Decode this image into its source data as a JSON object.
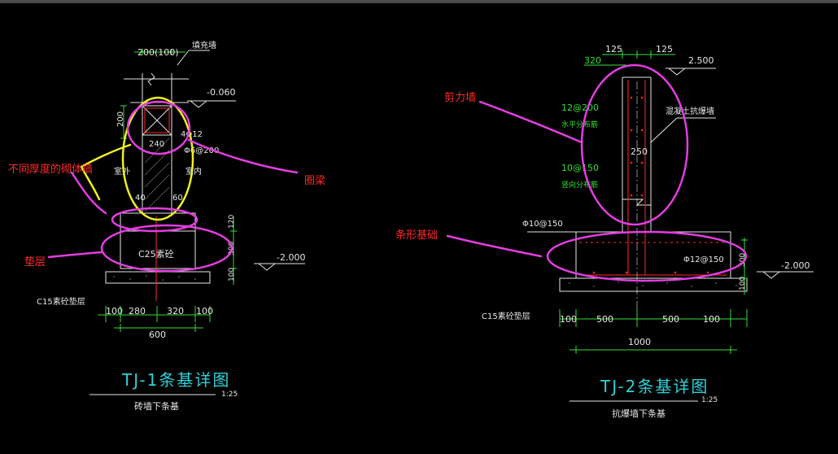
{
  "left": {
    "dims": {
      "top_wall": "200(100)",
      "v200": "200",
      "w240": "240",
      "v120": "120",
      "v300": "300",
      "v100": "100",
      "b1": "100",
      "b2": "280",
      "b3": "320",
      "b4": "100",
      "total": "600"
    },
    "labels": {
      "infill_wall": "填充墙",
      "elev_top": "-0.060",
      "rebar_main": "4Φ12",
      "stirrup": "Φ6@200",
      "outdoor": "室外",
      "indoor": "室内",
      "d40": "40",
      "d60": "60",
      "concrete": "C25素砼",
      "cushion": "C15素砼垫层",
      "elev_bottom": "-2.000"
    },
    "title": "TJ-1条基详图",
    "scale": "1:25",
    "subtitle": "砖墙下条基"
  },
  "right": {
    "dims": {
      "t125a": "125",
      "t125b": "125",
      "d320": "320",
      "d250": "250",
      "v300": "300",
      "v100": "100",
      "b1": "100",
      "b2": "500",
      "b3": "500",
      "b4": "100",
      "total": "1000"
    },
    "labels": {
      "elev_top": "2.500",
      "horiz_rebar": "12@200",
      "horiz_rebar_note": "水平分布筋",
      "wall_type": "混凝土抗爆墙",
      "vert_rebar": "10@150",
      "vert_rebar_note": "竖向分布筋",
      "base_rebar_top": "Φ10@150",
      "base_rebar_bottom": "Φ12@150",
      "cushion": "C15素砼垫层",
      "elev_bottom": "-2.000"
    },
    "title": "TJ-2条基详图",
    "scale": "1:25",
    "subtitle": "抗爆墙下条基"
  },
  "annotations": {
    "masonry": "不同厚度的砌体墙",
    "ring_beam": "圈梁",
    "cushion": "垫层",
    "shear_wall": "剪力墙",
    "strip_foundation": "条形基础"
  },
  "colors": {
    "magenta": "#e23ee0",
    "yellow": "#f0f020",
    "green": "#33e033",
    "cyan": "#2fd0d8",
    "red": "#ff2a2a",
    "white": "#e6e6e6"
  }
}
